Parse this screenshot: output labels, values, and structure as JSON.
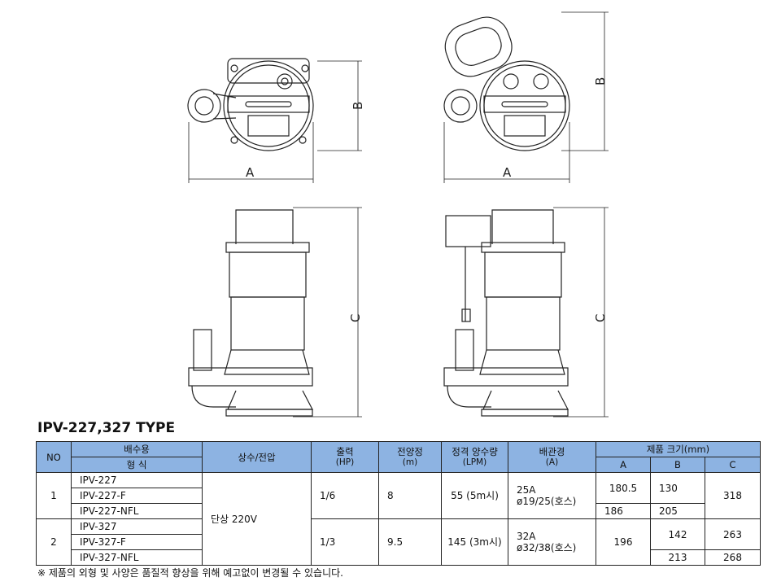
{
  "dimension_labels": {
    "a": "A",
    "b": "B",
    "c": "C"
  },
  "title": "IPV-227,327 TYPE",
  "table": {
    "headers": {
      "no": "NO",
      "model_top": "배수용",
      "model_bottom": "형 식",
      "phase": "상수/전압",
      "power": "출력",
      "power_unit": "(HP)",
      "head": "전양정",
      "head_unit": "(m)",
      "flow": "정격 양수량",
      "flow_unit": "(LPM)",
      "pipe": "배관경",
      "pipe_unit": "(A)",
      "size": "제품 크기(mm)",
      "a": "A",
      "b": "B",
      "c": "C"
    },
    "groups": [
      {
        "no": "1",
        "models": [
          "IPV-227",
          "IPV-227-F",
          "IPV-227-NFL"
        ],
        "power": "1/6",
        "head": "8",
        "flow": "55 (5m시)",
        "pipe1": "25A",
        "pipe2": "ø19/25(호스)",
        "a1": "180.5",
        "a2": "186",
        "b1": "130",
        "b2": "205",
        "c": "318"
      },
      {
        "no": "2",
        "models": [
          "IPV-327",
          "IPV-327-F",
          "IPV-327-NFL"
        ],
        "power": "1/3",
        "head": "9.5",
        "flow": "145 (3m시)",
        "pipe1": "32A",
        "pipe2": "ø32/38(호스)",
        "a": "196",
        "b1": "142",
        "b2": "213",
        "c1": "263",
        "c2": "268"
      }
    ],
    "phase": "단상 220V"
  },
  "note": "※ 제품의 외형 및 사양은 품질적 향상을 위해 예고없이 변경될 수 있습니다."
}
